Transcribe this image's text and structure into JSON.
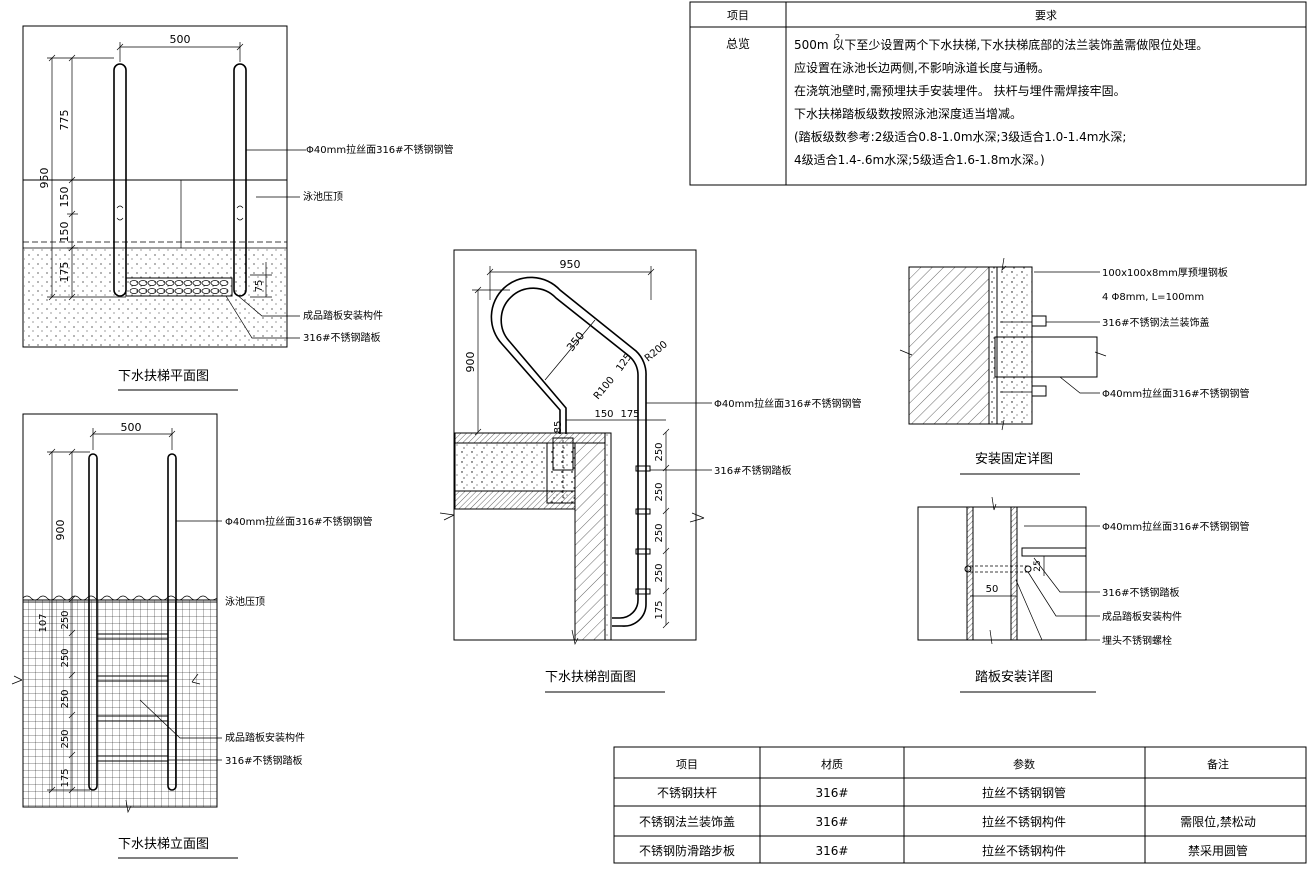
{
  "requirements_table": {
    "header_item": "项目",
    "header_req": "要求",
    "row_item": "总览",
    "lines": [
      "500m 以下至少设置两个下水扶梯,下水扶梯底部的法兰装饰盖需做限位处理。",
      "应设置在泳池长边两侧,不影响泳道长度与通畅。",
      "在浇筑池壁时,需预埋扶手安装埋件。 扶杆与埋件需焊接牢固。",
      "下水扶梯踏板级数按照泳池深度适当增减。",
      "(踏板级数参考:2级适合0.8-1.0m水深;3级适合1.0-1.4m水深;",
      "4级适合1.4-.6m水深;5级适合1.6-1.8m水深。)"
    ],
    "superscript": "2"
  },
  "plan_view": {
    "title": "下水扶梯平面图",
    "dims": {
      "width": "500",
      "total": "950",
      "d775": "775",
      "d150a": "150",
      "d150b": "150",
      "d175": "175",
      "d75": "75"
    },
    "labels": {
      "pipe": "Φ40mm拉丝面316#不锈钢钢管",
      "coping": "泳池压顶",
      "mount": "成品踏板安装构件",
      "tread": "316#不锈钢踏板"
    }
  },
  "elevation_view": {
    "title": "下水扶梯立面图",
    "dims": {
      "width": "500",
      "d900": "900",
      "d250a": "250",
      "d250b": "250",
      "d250c": "250",
      "d250d": "250",
      "d107": "107",
      "d175": "175"
    },
    "labels": {
      "pipe": "Φ40mm拉丝面316#不锈钢钢管",
      "coping": "泳池压顶",
      "mount": "成品踏板安装构件",
      "tread": "316#不锈钢踏板"
    }
  },
  "section_view": {
    "title": "下水扶梯剖面图",
    "dims": {
      "d950": "950",
      "d900": "900",
      "d350": "350",
      "d125": "125",
      "r200": "R200",
      "r100": "R100",
      "d150": "150",
      "d175a": "175",
      "d85": "85",
      "d250a": "250",
      "d250b": "250",
      "d250c": "250",
      "d250d": "250",
      "d175b": "175"
    },
    "labels": {
      "pipe": "Φ40mm拉丝面316#不锈钢钢管",
      "tread": "316#不锈钢踏板"
    }
  },
  "install_detail": {
    "title": "安装固定详图",
    "labels": {
      "plate": "100x100x8mm厚预埋钢板",
      "bolt": "4 Φ8mm, L=100mm",
      "flange": "316#不锈钢法兰装饰盖",
      "pipe": "Φ40mm拉丝面316#不锈钢钢管"
    }
  },
  "tread_detail": {
    "title": "踏板安装详图",
    "dims": {
      "d50": "50",
      "d25": "25"
    },
    "labels": {
      "pipe": "Φ40mm拉丝面316#不锈钢钢管",
      "tread": "316#不锈钢踏板",
      "mount": "成品踏板安装构件",
      "bolt": "埋头不锈钢螺栓"
    }
  },
  "material_table": {
    "headers": [
      "项目",
      "材质",
      "参数",
      "备注"
    ],
    "rows": [
      [
        "不锈钢扶杆",
        "316#",
        "拉丝不锈钢钢管",
        ""
      ],
      [
        "不锈钢法兰装饰盖",
        "316#",
        "拉丝不锈钢构件",
        "需限位,禁松动"
      ],
      [
        "不锈钢防滑踏步板",
        "316#",
        "拉丝不锈钢构件",
        "禁采用圆管"
      ]
    ]
  }
}
